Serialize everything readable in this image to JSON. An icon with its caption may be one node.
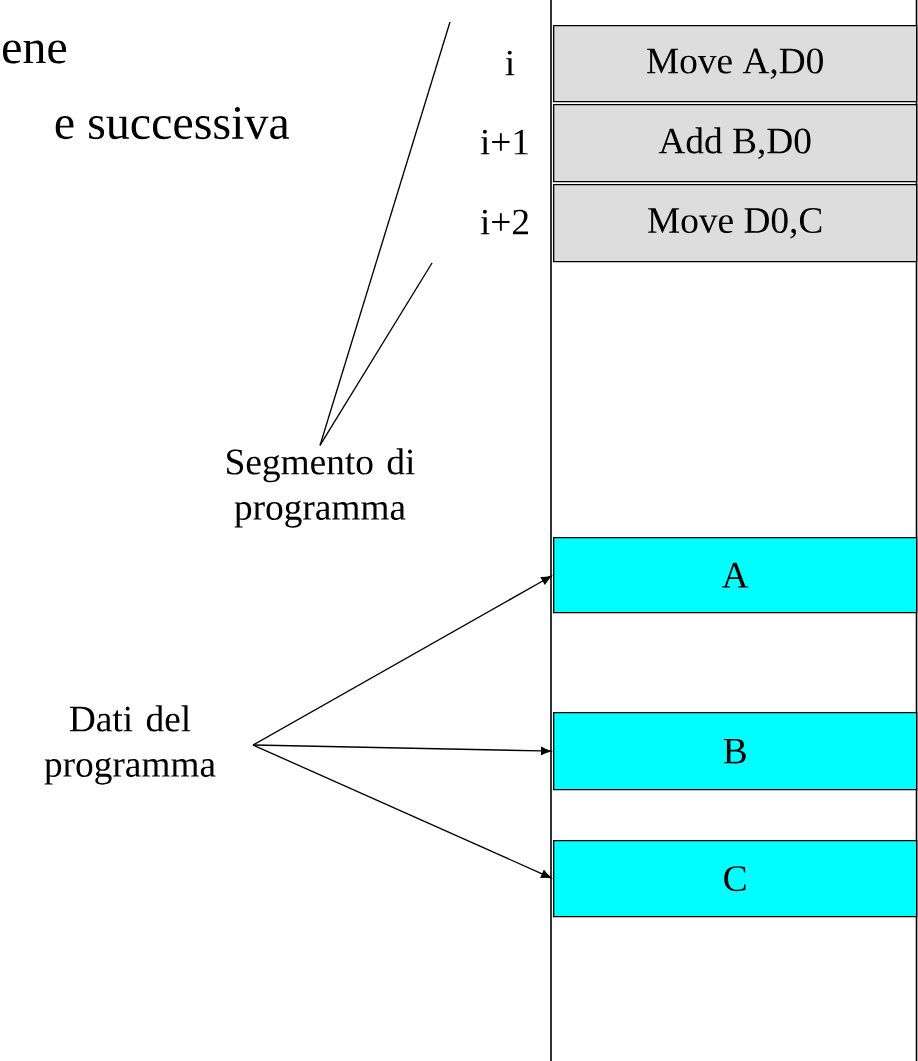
{
  "diagram": {
    "nodes": [
      {
        "text": [],
        "shape": "box"
      },
      {
        "text": [
          "Move  A,D0"
        ],
        "in": 0,
        "beside": [
          "i"
        ]
      },
      {
        "text": [
          "Add  B,D0"
        ],
        "in": 0,
        "beside": [
          "i+1"
        ]
      },
      {
        "text": [
          "Move  D0,C"
        ],
        "in": 0,
        "beside": [
          "i+2"
        ]
      },
      {
        "text": [
          "A"
        ],
        "in": 0
      },
      {
        "text": [
          "B"
        ],
        "in": 0
      },
      {
        "text": [
          "C"
        ],
        "in": 0
      },
      {
        "text": [
          "Segmento di programma"
        ]
      },
      {
        "text": [
          "Dati del programma"
        ]
      }
    ],
    "edges": [
      {
        "from": 7,
        "to": null,
        "arrow": "none"
      },
      {
        "from": 7,
        "to": null,
        "arrow": "none"
      },
      {
        "from": 8,
        "to": 4,
        "arrow": "to"
      },
      {
        "from": 8,
        "to": 5,
        "arrow": "to"
      },
      {
        "from": 8,
        "to": 6,
        "arrow": "to"
      }
    ],
    "labels": [
      "ene",
      "e successiva"
    ]
  }
}
